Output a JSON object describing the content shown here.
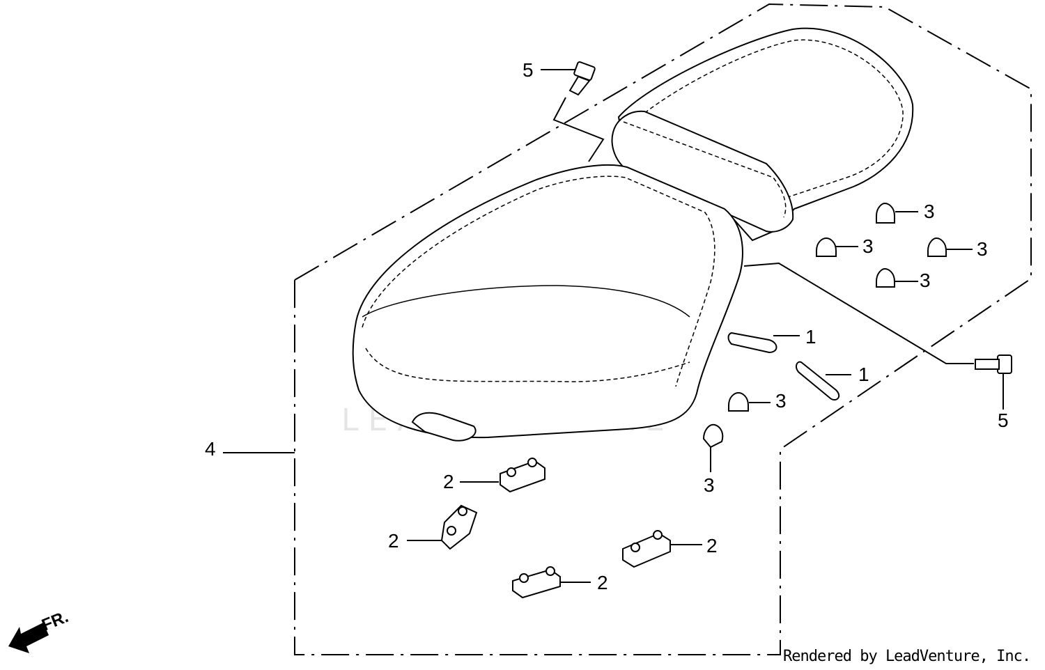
{
  "diagram": {
    "callouts": {
      "pad_upper": "1",
      "pad_lower": "1",
      "rubber_a": "2",
      "rubber_b": "2",
      "rubber_c": "2",
      "rubber_d": "2",
      "cushion_a": "3",
      "cushion_b": "3",
      "cushion_c": "3",
      "cushion_d": "3",
      "cushion_e": "3",
      "cushion_f": "3",
      "seat_assembly": "4",
      "bolt_top": "5",
      "bolt_right": "5"
    },
    "direction_label": "FR.",
    "watermark": "LEADVENTURE"
  },
  "footer": {
    "credit": "Rendered by LeadVenture, Inc."
  }
}
